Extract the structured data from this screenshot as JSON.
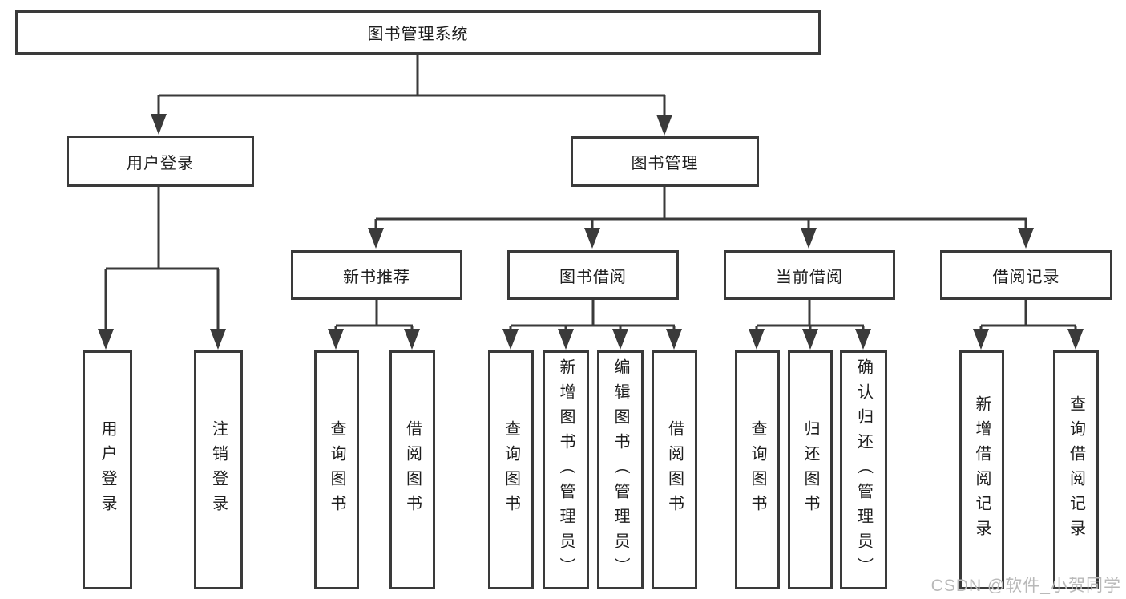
{
  "diagram": {
    "title_node": "图书管理系统",
    "nodes": {
      "root": {
        "label": "图书管理系统"
      },
      "login": {
        "label": "用户登录",
        "children": [
          {
            "label": "用户登录"
          },
          {
            "label": "注销登录"
          }
        ]
      },
      "mgmt": {
        "label": "图书管理"
      },
      "recommend": {
        "label": "新书推荐",
        "children": [
          {
            "label": "查询图书"
          },
          {
            "label": "借阅图书"
          }
        ]
      },
      "borrow": {
        "label": "图书借阅",
        "children": [
          {
            "label": "查询图书"
          },
          {
            "label": "新增图书（管理员）"
          },
          {
            "label": "编辑图书（管理员）"
          },
          {
            "label": "借阅图书"
          }
        ]
      },
      "current": {
        "label": "当前借阅",
        "children": [
          {
            "label": "查询图书"
          },
          {
            "label": "归还图书"
          },
          {
            "label": "确认归还（管理员）"
          }
        ]
      },
      "records": {
        "label": "借阅记录",
        "children": [
          {
            "label": "新增借阅记录"
          },
          {
            "label": "查询借阅记录"
          }
        ]
      }
    },
    "line_color": "#3a3a3a",
    "box_fill": "#ffffff",
    "text_color": "#1e1e1e"
  },
  "watermark": {
    "text": "CSDN @软件_小贺同学",
    "color": "#b9b9b9"
  }
}
